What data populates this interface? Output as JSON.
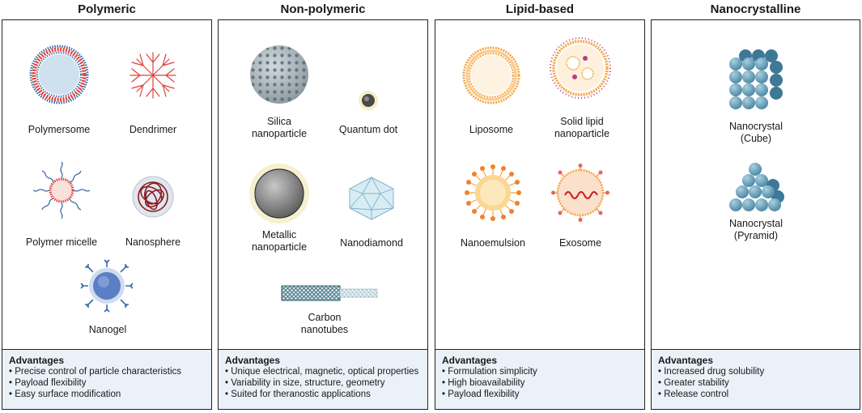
{
  "columns": [
    {
      "title": "Polymeric",
      "items": [
        "Polymersome",
        "Dendrimer",
        "Polymer micelle",
        "Nanosphere",
        "Nanogel"
      ],
      "advantages_title": "Advantages",
      "advantages": [
        "Precise control of particle characteristics",
        "Payload flexibility",
        "Easy surface modification"
      ]
    },
    {
      "title": "Non-polymeric",
      "items": [
        "Silica\nnanoparticle",
        "Quantum dot",
        "Metallic\nnanoparticle",
        "Nanodiamond",
        "Carbon\nnanotubes"
      ],
      "advantages_title": "Advantages",
      "advantages": [
        "Unique electrical, magnetic, optical properties",
        "Variability in size, structure, geometry",
        "Suited for theranostic applications"
      ]
    },
    {
      "title": "Lipid-based",
      "items": [
        "Liposome",
        "Solid lipid\nnanoparticle",
        "Nanoemulsion",
        "Exosome"
      ],
      "advantages_title": "Advantages",
      "advantages": [
        "Formulation simplicity",
        "High bioavailability",
        "Payload flexibility"
      ]
    },
    {
      "title": "Nanocrystalline",
      "items": [
        "Nanocrystal\n(Cube)",
        "Nanocrystal\n(Pyramid)"
      ],
      "advantages_title": "Advantages",
      "advantages": [
        "Increased drug solubility",
        "Greater stability",
        "Release control"
      ]
    }
  ],
  "colors": {
    "panel_border": "#222222",
    "advantages_bg": "#eaf1f8",
    "accent_red": "#e0403a",
    "accent_blue": "#3c6fa8",
    "accent_orange": "#f4a640",
    "crystal_teal": "#6a9fb8"
  }
}
